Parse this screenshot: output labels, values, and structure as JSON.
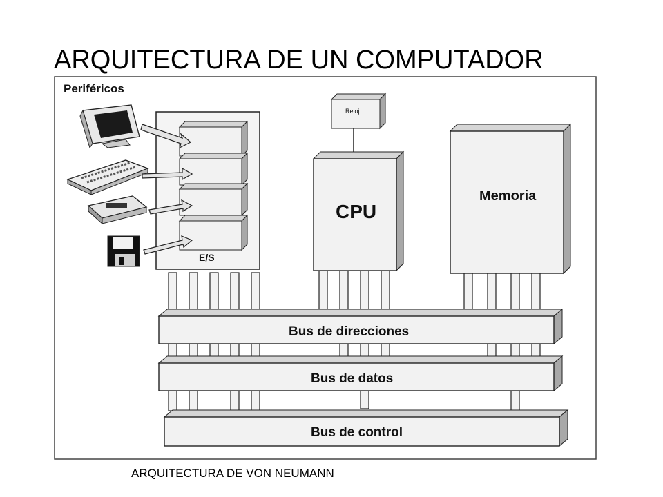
{
  "slide": {
    "title": "ARQUITECTURA DE UN COMPUTADOR",
    "caption": "ARQUITECTURA DE VON NEUMANN"
  },
  "diagram": {
    "peripherals_label": "Periféricos",
    "peripherals": [
      {
        "name": "monitor-icon"
      },
      {
        "name": "keyboard-icon"
      },
      {
        "name": "printer-icon"
      },
      {
        "name": "floppy-disk-icon"
      }
    ],
    "io_label": "E/S",
    "clock_label": "Reloj",
    "cpu_label": "CPU",
    "memory_label": "Memoria",
    "buses": [
      {
        "label": "Bus de direcciones"
      },
      {
        "label": "Bus de datos"
      },
      {
        "label": "Bus de control"
      }
    ],
    "colors": {
      "background": "#ffffff",
      "box_face": "#f2f2f2",
      "box_side": "#a8a8a8",
      "box_top": "#d6d6d6",
      "stroke": "#222222"
    }
  }
}
